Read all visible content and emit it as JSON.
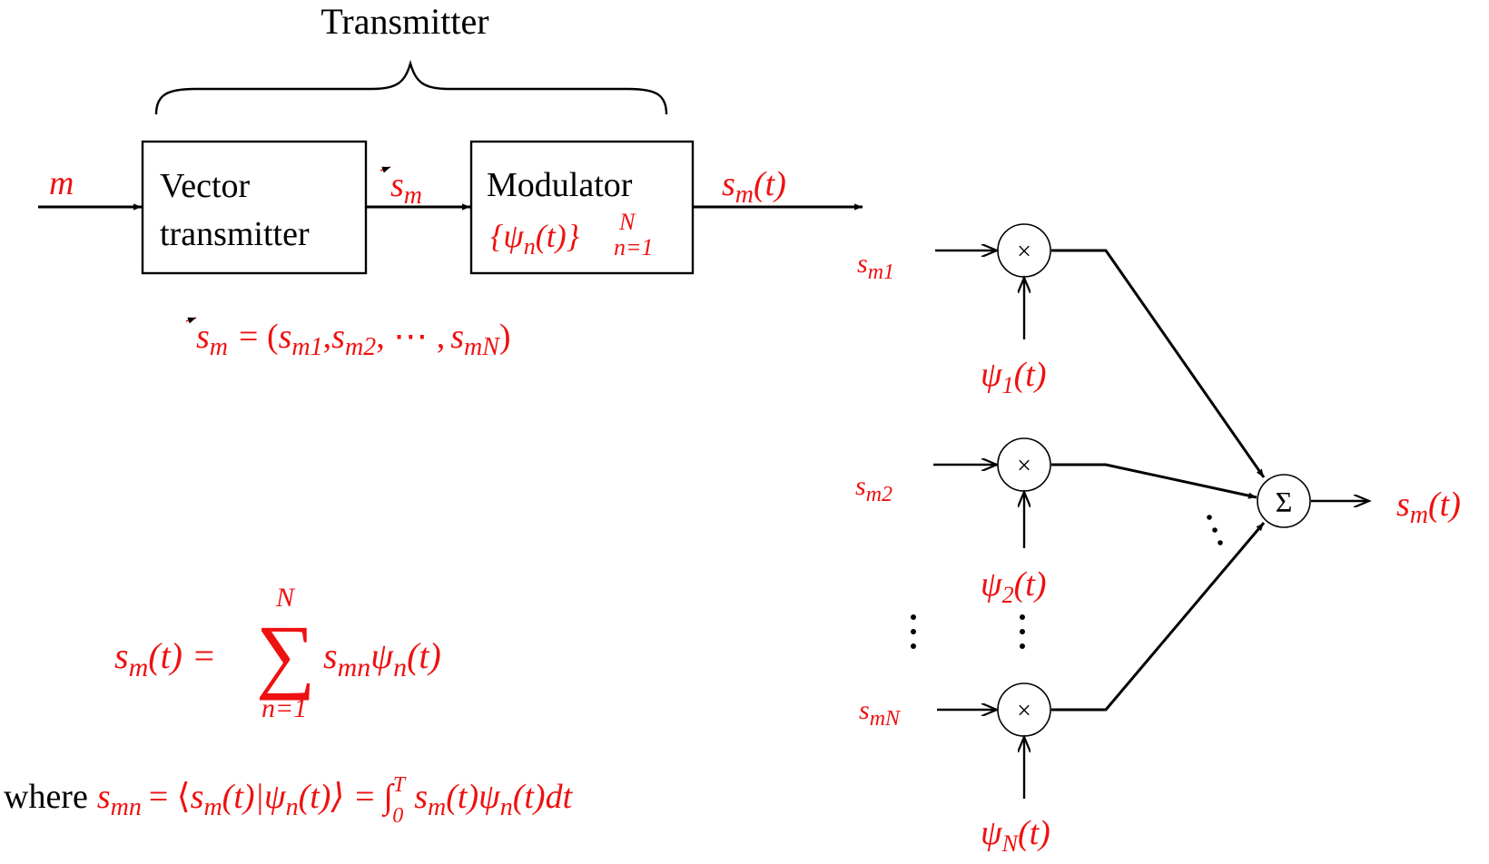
{
  "colors": {
    "math": "#ee1111",
    "text": "#000000"
  },
  "transmitter": {
    "title": "Transmitter",
    "input_symbol": "m",
    "vector_tx_line1": "Vector",
    "vector_tx_line2": "transmitter",
    "vector_symbol": "s",
    "vector_symbol_sub": "m",
    "modulator_label": "Modulator",
    "modulator_basis_open": "{ψ",
    "modulator_basis_sub_n": "n",
    "modulator_basis_arg": "(t)}",
    "modulator_basis_sup": "N",
    "modulator_basis_lim": "n=1",
    "output_s": "s",
    "output_sub": "m",
    "output_arg": "(t)"
  },
  "vector_def": {
    "lhs": "s",
    "lhs_sub": "m",
    "eq": "= (",
    "e1": "s",
    "e1_sub": "m1",
    "e2": "s",
    "e2_sub": "m2",
    "ellipsis": ", ⋯ ,",
    "e3": "s",
    "e3_sub": "mN",
    "close": ")",
    "comma": ","
  },
  "sum_formula": {
    "lhs": "s",
    "lhs_sub": "m",
    "lhs_arg": "(t) =",
    "sigma": "∑",
    "upper": "N",
    "lower": "n=1",
    "term_s": "s",
    "term_sub": "mn",
    "term_psi": "ψ",
    "term_psi_sub": "n",
    "term_arg": "(t)"
  },
  "where_formula": {
    "where": "where",
    "s": "s",
    "s_sub": "mn",
    "eq1": "= ⟨",
    "inner_s": "s",
    "inner_s_sub": "m",
    "inner_mid": "(t)|ψ",
    "inner_psi_sub": "n",
    "inner_close": "(t)⟩ =",
    "integral": "∫",
    "int_upper": "T",
    "int_lower": "0",
    "int_s": "s",
    "int_s_sub": "m",
    "int_mid": "(t)ψ",
    "int_psi_sub": "n",
    "int_end": "(t)dt"
  },
  "modulator_detail": {
    "multiply": "×",
    "sum": "Σ",
    "inputs": [
      {
        "s": "s",
        "sub": "m1"
      },
      {
        "s": "s",
        "sub": "m2"
      },
      {
        "s": "s",
        "sub": "mN"
      }
    ],
    "basis": [
      {
        "psi": "ψ",
        "sub": "1",
        "arg": "(t)"
      },
      {
        "psi": "ψ",
        "sub": "2",
        "arg": "(t)"
      },
      {
        "psi": "ψ",
        "sub": "N",
        "arg": "(t)"
      }
    ],
    "out_s": "s",
    "out_sub": "m",
    "out_arg": "(t)"
  }
}
